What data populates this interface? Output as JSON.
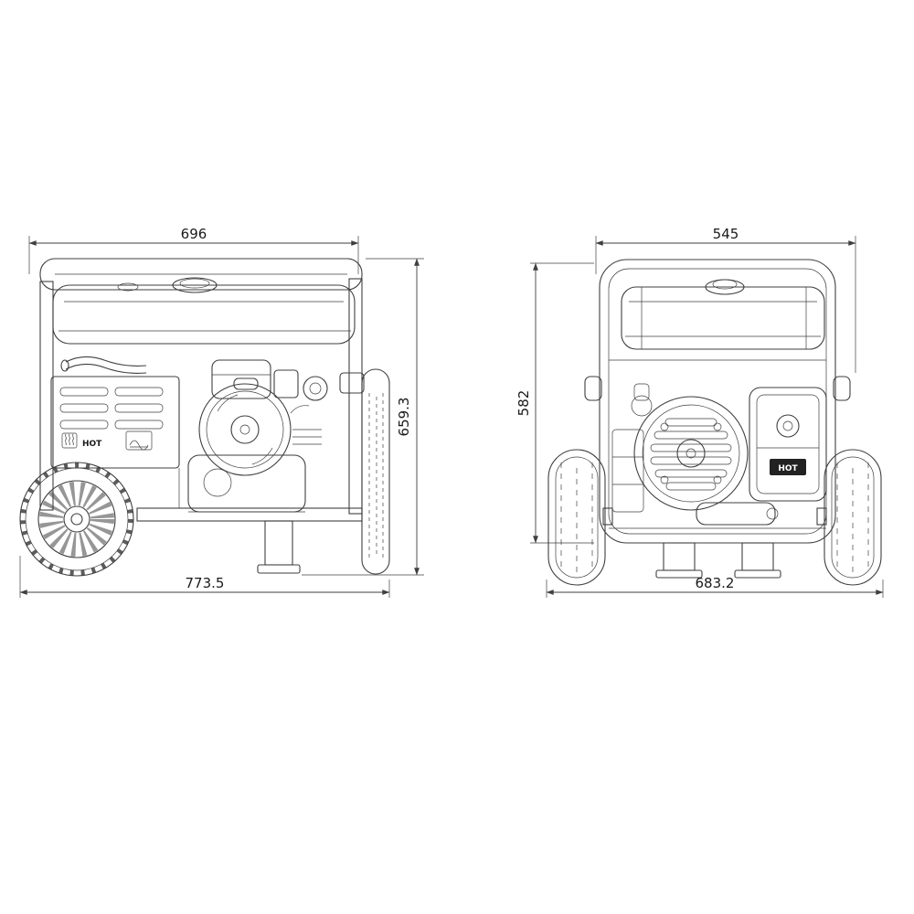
{
  "canvas": {
    "background": "#ffffff",
    "line_color": "#3f3f3f"
  },
  "side_view": {
    "dim_top": "696",
    "dim_bottom": "773.5",
    "dim_height": "659.3",
    "hot_label": "HOT"
  },
  "rear_view": {
    "dim_top": "545",
    "dim_bottom": "683.2",
    "dim_height": "582",
    "hot_label": "HOT"
  }
}
